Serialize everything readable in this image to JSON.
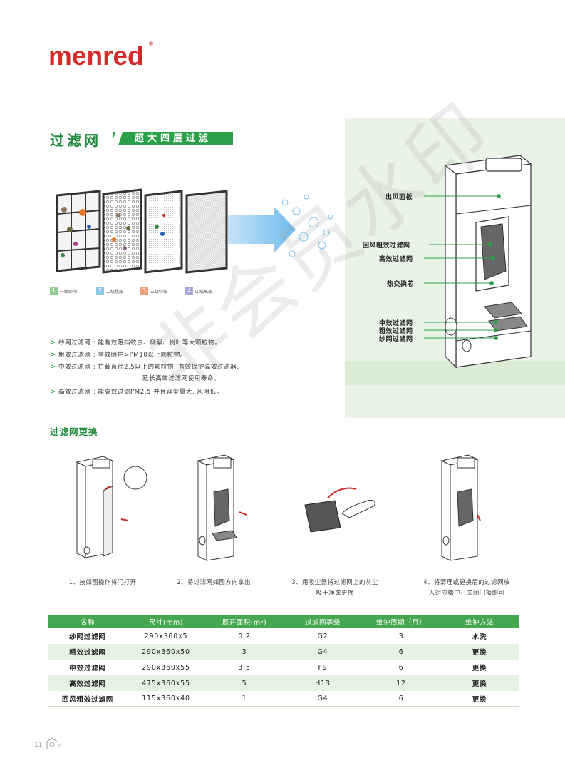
{
  "brand": {
    "name": "menred",
    "mark": "®"
  },
  "section": {
    "title": "过滤网",
    "badge": "超大四层过滤",
    "legend": [
      {
        "num": "1",
        "label": "一级纱网",
        "color": "#8ccf8a"
      },
      {
        "num": "2",
        "label": "二级粗效",
        "color": "#8dc9ea"
      },
      {
        "num": "3",
        "label": "三级中效",
        "color": "#f0a27a"
      },
      {
        "num": "4",
        "label": "四级高效",
        "color": "#a9a7dd"
      }
    ],
    "descriptions": [
      {
        "arrow": ">",
        "text": "纱网过滤网 : 能有效阻挡蚊虫、柳絮、树叶等大颗粒物。"
      },
      {
        "arrow": ">",
        "text": "粗效过滤网 : 有效阻拦>PM10以上颗粒物。"
      },
      {
        "arrow": ">",
        "text": "中效过滤网 : 拦截直径2.5以上的颗粒物, 有效保护高效过滤器,",
        "cont": "延长高效过滤网使用寿命。"
      },
      {
        "arrow": ">",
        "text": "高效过滤网 : 能高效过滤PM2.5,并且容尘量大, 风阻低。"
      }
    ]
  },
  "unit_callouts": {
    "outlet_panel": "出风面板",
    "return_coarse": "回风粗效过滤网",
    "hepa": "高效过滤网",
    "heat_core": "热交换芯",
    "medium": "中效过滤网",
    "coarse": "粗效过滤网",
    "mesh": "纱网过滤网"
  },
  "replacement": {
    "title": "过滤网更换",
    "steps": [
      {
        "caption": "1、按如图操作将门打开"
      },
      {
        "caption": "2、将过滤网如图方向拿出"
      },
      {
        "caption": "3、用吸尘器将过滤网上的灰尘",
        "caption2": "吸干净或更换"
      },
      {
        "caption": "4、将清理或更换后的过滤网放",
        "caption2": "入对应槽中，关闭门板即可"
      }
    ]
  },
  "table": {
    "headers": [
      "名称",
      "尺寸(mm)",
      "展开面积(m²)",
      "过滤网等级",
      "维护周期（月）",
      "维护方法"
    ],
    "rows": [
      [
        "纱网过滤网",
        "290x360x5",
        "0.2",
        "G2",
        "3",
        "水洗"
      ],
      [
        "粗效过滤网",
        "290x360x50",
        "3",
        "G4",
        "6",
        "更换"
      ],
      [
        "中效过滤网",
        "290x360x55",
        "3.5",
        "F9",
        "6",
        "更换"
      ],
      [
        "高效过滤网",
        "475x360x55",
        "5",
        "H13",
        "12",
        "更换"
      ],
      [
        "回风粗效过滤网",
        "115x360x40",
        "1",
        "G4",
        "6",
        "更换"
      ]
    ]
  },
  "watermark": "非会员水印",
  "page_number": "11",
  "colors": {
    "brand": "#d42a28",
    "green": "#2aa149",
    "panel": "#e9f4e6"
  }
}
